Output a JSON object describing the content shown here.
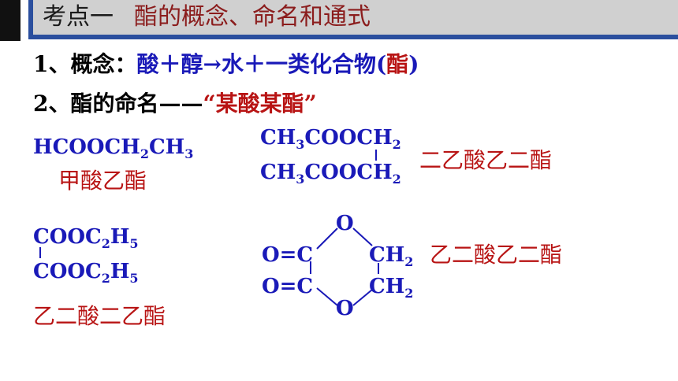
{
  "title": {
    "point": "考点一",
    "topic": "酯的概念、命名和通式"
  },
  "concept": {
    "label": "1、概念：",
    "definition": "酸＋醇→水＋一类化合物",
    "paren_open": "(",
    "ester": "酯",
    "paren_close": ")"
  },
  "naming": {
    "label": "2、酯的命名——",
    "rule": "“某酸某酯”"
  },
  "examples": {
    "ex1": {
      "formula_main": "HCOOCH",
      "sub1": "2",
      "formula_tail": "CH",
      "sub2": "3",
      "name": "甲酸乙酯"
    },
    "ex2": {
      "row1": "CH",
      "row1_sub": "3",
      "row1_mid": "COOCH",
      "row1_sub2": "2",
      "row2": "CH",
      "row2_sub": "3",
      "row2_mid": "COOCH",
      "row2_sub2": "2",
      "name": "二乙酸乙二酯"
    },
    "ex3": {
      "row1": "COOC",
      "row1_sub": "2",
      "row1_h": "H",
      "row1_sub2": "5",
      "row2": "COOC",
      "row2_sub": "2",
      "row2_h": "H",
      "row2_sub2": "5",
      "name": "乙二酸二乙酯"
    },
    "ex4": {
      "o_top": "O",
      "o_bottom": "O",
      "co1": "O=C",
      "co2": "O=C",
      "ch1": "CH",
      "ch1_sub": "2",
      "ch2": "CH",
      "ch2_sub": "2",
      "name": "乙二酸乙二酯"
    }
  },
  "colors": {
    "accent": "#2b4f9e",
    "formula_blue": "#1a1ab8",
    "name_red": "#b81414",
    "title_bg": "#d0d0d0"
  }
}
